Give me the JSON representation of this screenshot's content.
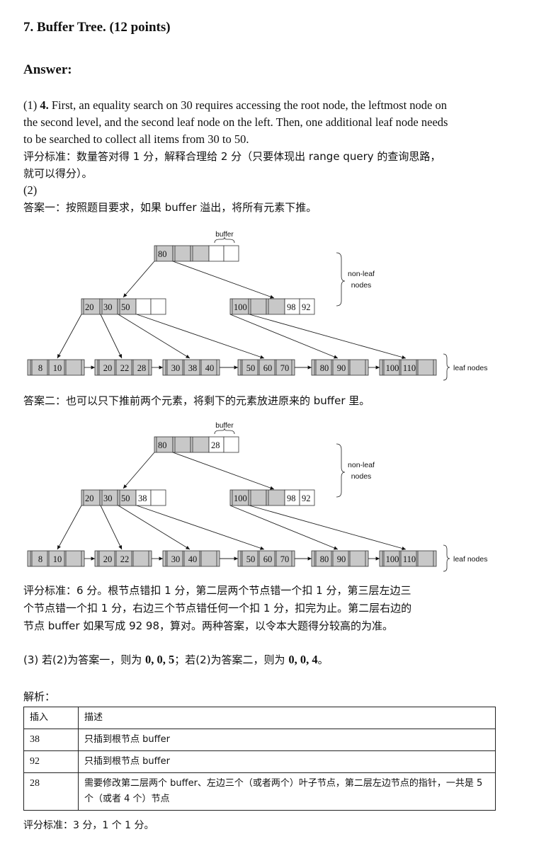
{
  "title": "7. Buffer Tree. (12 points)",
  "answer_heading": "Answer:",
  "part1": {
    "prefix": "(1) ",
    "bold": "4.",
    "text1": " First, an equality search on 30 requires accessing the root node, the leftmost node on",
    "text2": "the second level, and the second leaf node on the left. Then, one additional leaf node needs",
    "text3": "to be searched to collect all items from 30 to 50.",
    "grading1": "评分标准：数量答对得 1 分，解释合理给 2 分（只要体现出 range query 的查询思路，",
    "grading2": "就可以得分）。"
  },
  "part2": {
    "label": "(2)",
    "answer1_caption": "答案一：按照题目要求，如果 buffer 溢出，将所有元素下推。",
    "answer2_caption": "答案二：也可以只下推前两个元素，将剩下的元素放进原来的 buffer 里。",
    "grading1": "评分标准：6 分。根节点错扣 1 分，第二层两个节点错一个扣 1 分，第三层左边三",
    "grading2": "个节点错一个扣 1 分，右边三个节点错任何一个扣 1 分，扣完为止。第二层右边的",
    "grading3": "节点 buffer 如果写成 92 98，算对。两种答案，以令本大题得分较高的为准。"
  },
  "diagrams": [
    {
      "buffer_label": "buffer",
      "nonleaf_label1": "non-leaf",
      "nonleaf_label2": "nodes",
      "leaf_label": "leaf nodes",
      "root": {
        "keys": [
          "80",
          "",
          ""
        ],
        "buffer": [
          "",
          ""
        ]
      },
      "level2": [
        {
          "keys": [
            "20",
            "30",
            "50"
          ],
          "buffer": [
            "",
            ""
          ]
        },
        {
          "keys": [
            "100",
            "",
            ""
          ],
          "buffer": [
            "98",
            "92"
          ]
        }
      ],
      "leaves": [
        [
          "8",
          "10",
          ""
        ],
        [
          "20",
          "22",
          "28"
        ],
        [
          "30",
          "38",
          "40"
        ],
        [
          "50",
          "60",
          "70"
        ],
        [
          "80",
          "90",
          ""
        ],
        [
          "100",
          "110",
          ""
        ]
      ]
    },
    {
      "buffer_label": "buffer",
      "nonleaf_label1": "non-leaf",
      "nonleaf_label2": "nodes",
      "leaf_label": "leaf nodes",
      "root": {
        "keys": [
          "80",
          "",
          ""
        ],
        "buffer": [
          "28",
          ""
        ]
      },
      "level2": [
        {
          "keys": [
            "20",
            "30",
            "50"
          ],
          "buffer": [
            "38",
            ""
          ]
        },
        {
          "keys": [
            "100",
            "",
            ""
          ],
          "buffer": [
            "98",
            "92"
          ]
        }
      ],
      "leaves": [
        [
          "8",
          "10",
          ""
        ],
        [
          "20",
          "22",
          ""
        ],
        [
          "30",
          "40",
          ""
        ],
        [
          "50",
          "60",
          "70"
        ],
        [
          "80",
          "90",
          ""
        ],
        [
          "100",
          "110",
          ""
        ]
      ]
    }
  ],
  "part3": {
    "prefix": "(3)  若(2)为答案一，则为 ",
    "bold1": "0, 0, 5",
    "mid": "；若(2)为答案二，则为 ",
    "bold2": "0, 0, 4",
    "end": "。"
  },
  "analysis": {
    "heading": "解析：",
    "headers": [
      "插入",
      "描述"
    ],
    "rows": [
      {
        "insert": "38",
        "desc": "只插到根节点 buffer"
      },
      {
        "insert": "92",
        "desc": "只插到根节点 buffer"
      },
      {
        "insert": "28",
        "desc": "需要修改第二层两个 buffer、左边三个（或者两个）叶子节点，第二层左边节点的指针，一共是 5 个（或者 4 个）节点"
      }
    ],
    "grading": "评分标准：3 分，1 个 1 分。"
  },
  "colors": {
    "key_cell": "#c8c8c8",
    "buffer_cell": "#ffffff",
    "line": "#333333"
  }
}
